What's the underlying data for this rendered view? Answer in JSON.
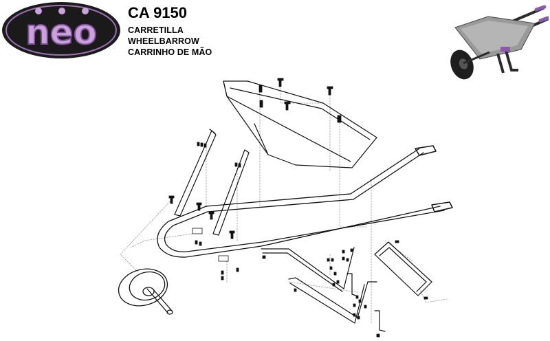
{
  "brand": {
    "logo_text": "neo",
    "colors": {
      "logo_bg": "#1a1a1a",
      "logo_ring": "#9b6fb0",
      "logo_letters": "#c8a2d8"
    }
  },
  "product": {
    "code": "CA 9150",
    "names": [
      "CARRETILLA",
      "WHEELBARROW",
      "CARRINHO DE MÃO"
    ]
  },
  "photo": {
    "icon": "wheelbarrow-photo",
    "colors": {
      "tray": "#8e8e8e",
      "frame": "#2a2a2a",
      "accent": "#8a5aa8"
    }
  },
  "diagram": {
    "icon": "wheelbarrow-exploded-view",
    "colors": {
      "line": "#111111",
      "leader": "#9a9a9a"
    }
  }
}
